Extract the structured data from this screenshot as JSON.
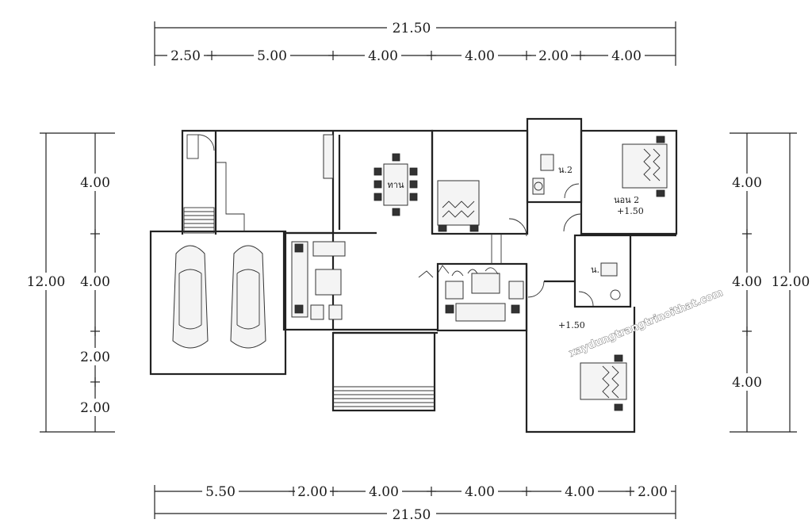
{
  "dimensions": {
    "top_total": "21.50",
    "top_segments": [
      "2.50",
      "5.00",
      "4.00",
      "4.00",
      "2.00",
      "4.00"
    ],
    "bottom_total": "21.50",
    "bottom_segments": [
      "5.50",
      "2.00",
      "4.00",
      "4.00",
      "4.00",
      "2.00"
    ],
    "left_total": "12.00",
    "left_segments": [
      "4.00",
      "4.00",
      "2.00",
      "2.00"
    ],
    "right_total": "12.00",
    "right_segments": [
      "4.00",
      "4.00",
      "4.00"
    ]
  },
  "room_labels": {
    "dining": "ทาน",
    "bath_1": "น.2",
    "bedroom_2": "นอน 2",
    "bedroom_2_level": "+1.50",
    "bath_2": "น.",
    "hall_level": "+1.50"
  },
  "watermark": "xaydungtrangtrinoithat.com"
}
